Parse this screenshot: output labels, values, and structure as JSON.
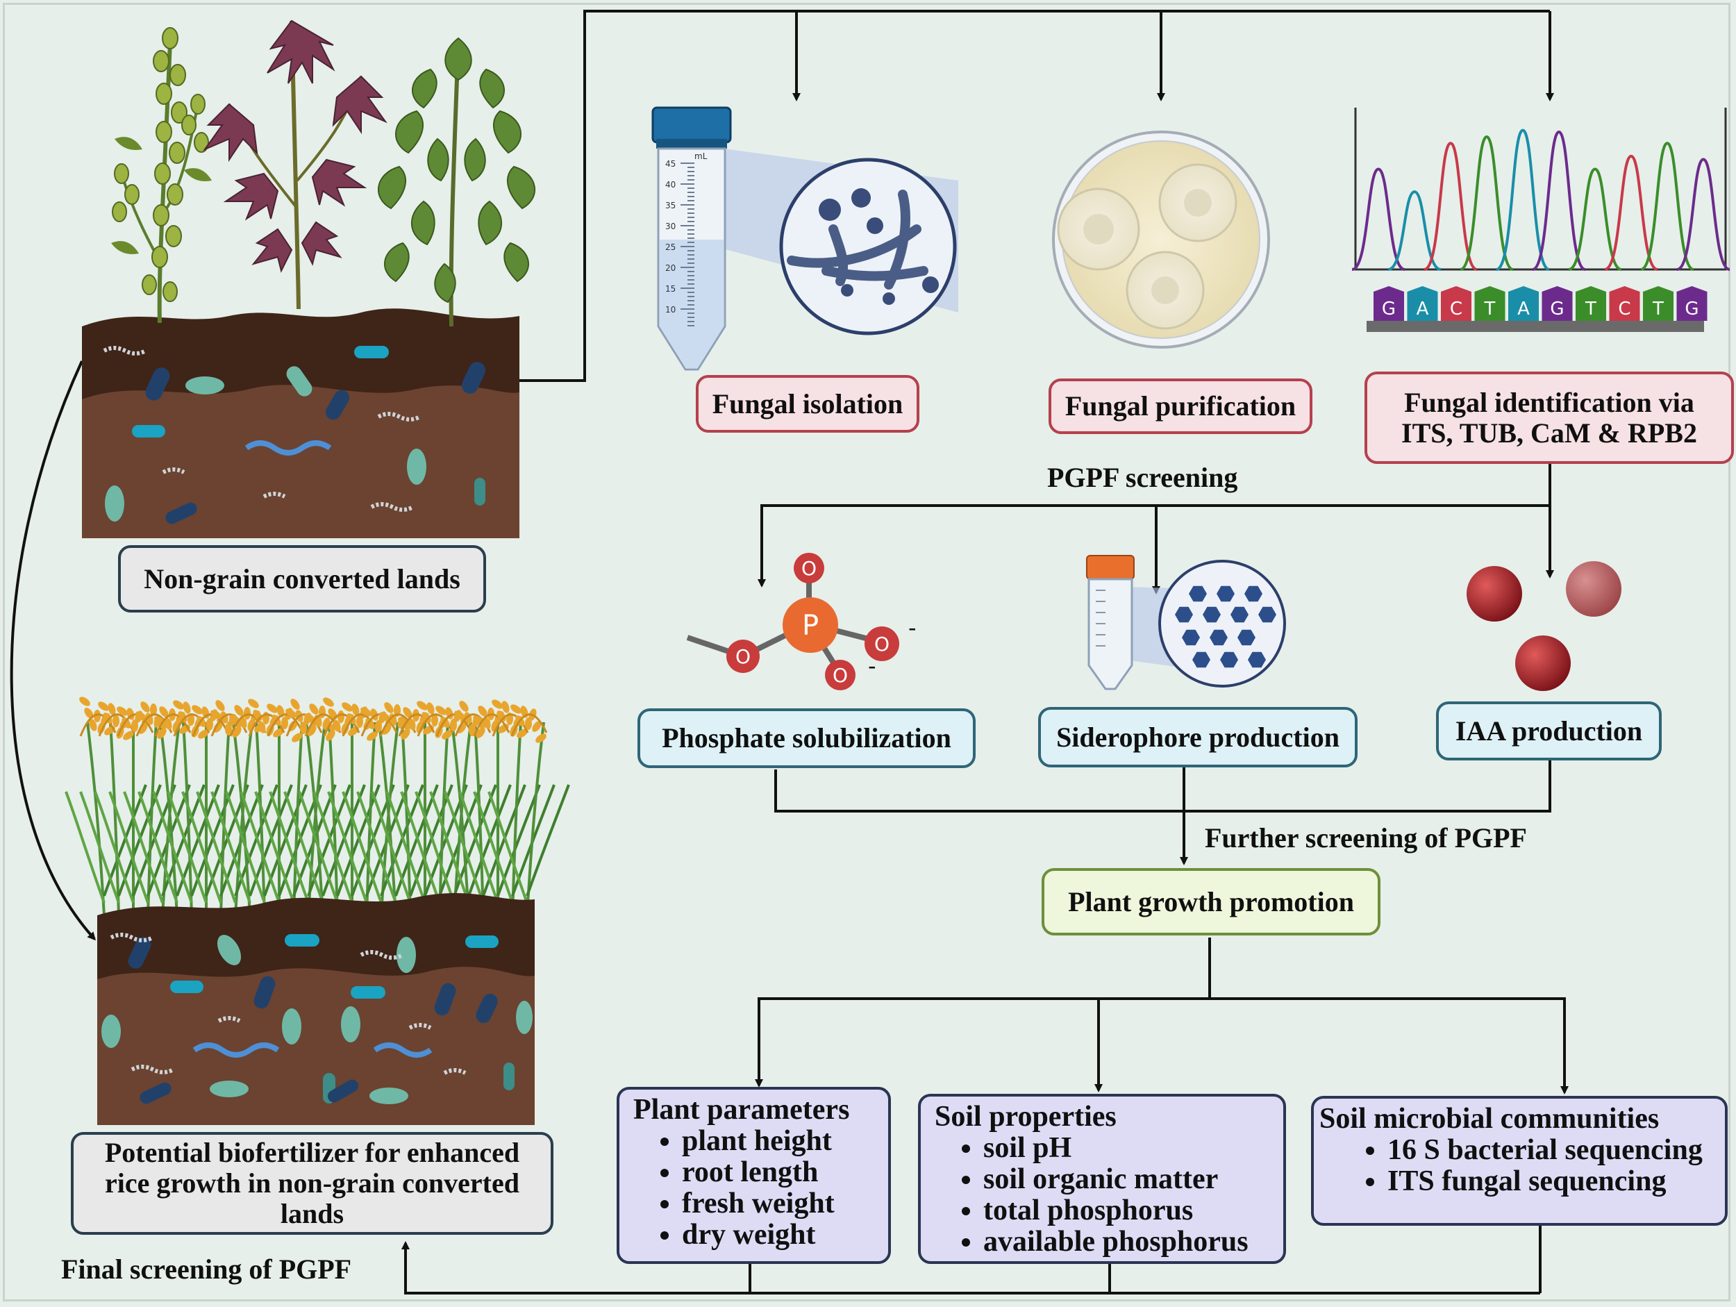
{
  "boxes": {
    "non_grain": "Non-grain converted lands",
    "fungal_isolation": "Fungal isolation",
    "fungal_purification": "Fungal purification",
    "fungal_identification_line1": "Fungal identification via",
    "fungal_identification_line2": "ITS, TUB, CaM & RPB2",
    "phosphate": "Phosphate solubilization",
    "siderophore": "Siderophore production",
    "iaa": "IAA production",
    "plant_growth": "Plant growth promotion",
    "biofertilizer": "Potential biofertilizer for enhanced rice growth in non-grain converted lands"
  },
  "labels": {
    "pgpf_screening": "PGPF screening",
    "further_screening": "Further screening of PGPF",
    "final_screening": "Final screening of PGPF"
  },
  "plant_parameters": {
    "title": "Plant parameters",
    "items": [
      "plant height",
      "root length",
      "fresh weight",
      "dry weight"
    ]
  },
  "soil_properties": {
    "title": "Soil properties",
    "items": [
      "soil pH",
      "soil organic matter",
      "total phosphorus",
      "available phosphorus"
    ]
  },
  "soil_microbial": {
    "title": "Soil microbial communities",
    "items": [
      "16 S bacterial sequencing",
      "ITS fungal sequencing"
    ]
  },
  "tube": {
    "unit": "mL",
    "ticks": [
      "45",
      "40",
      "35",
      "30",
      "25",
      "20",
      "15",
      "10"
    ]
  },
  "dna_bases": [
    "G",
    "A",
    "C",
    "T",
    "A",
    "G",
    "T",
    "C",
    "T",
    "G"
  ],
  "phosphate_atoms": {
    "center": "P",
    "oxygen": "O",
    "charge": "-"
  },
  "colors": {
    "soil_dark": "#3f2418",
    "soil_light": "#6b4330",
    "box_border": "#2a3e4e",
    "pink_border": "#b5404d",
    "blue_border": "#2f6577",
    "green_border": "#6e8f3a",
    "purple_fill": "#dedcf5",
    "rice_grain": "#e8a52e",
    "iaa_red": "#a2222b"
  }
}
